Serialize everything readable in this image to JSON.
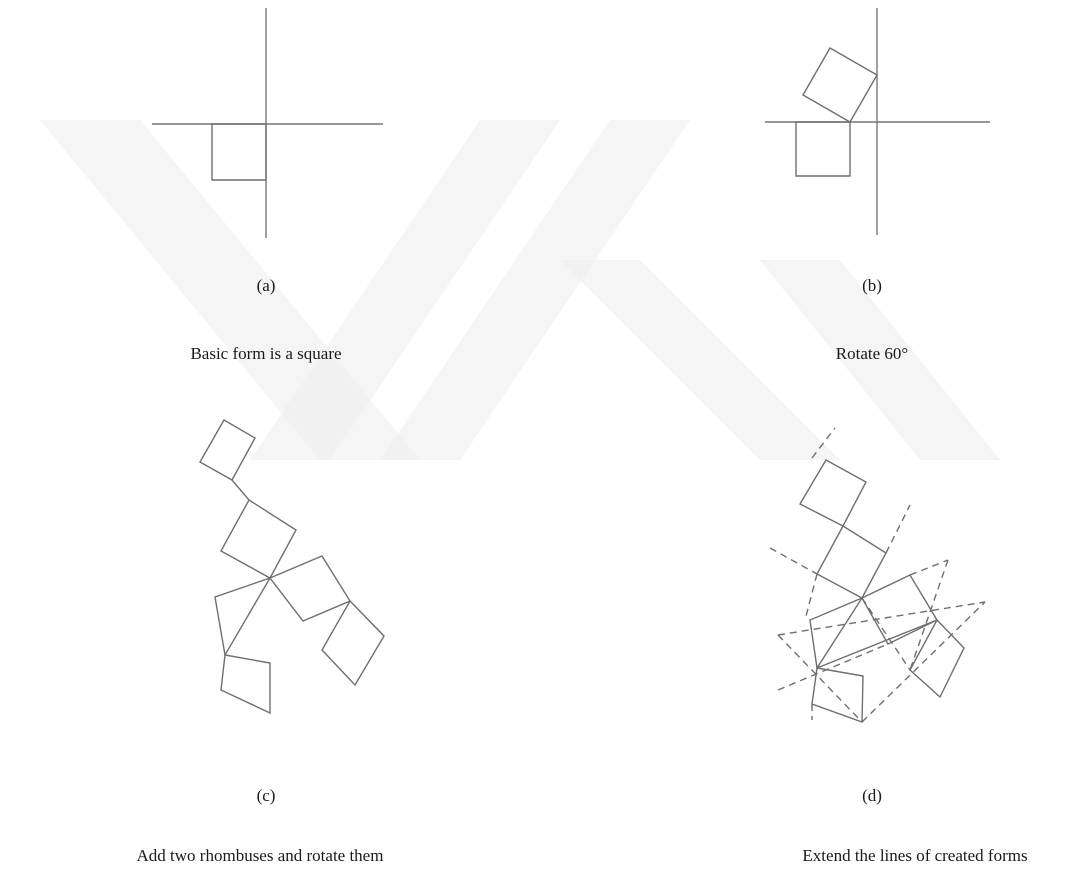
{
  "panels": [
    {
      "id": "a",
      "label": "(a)",
      "caption": "Basic form is a square"
    },
    {
      "id": "b",
      "label": "(b)",
      "caption": "Rotate 60°"
    },
    {
      "id": "c",
      "label": "(c)",
      "caption": "Add two rhombuses and rotate them"
    },
    {
      "id": "d",
      "label": "(d)",
      "caption": "Extend the lines of created forms"
    }
  ]
}
